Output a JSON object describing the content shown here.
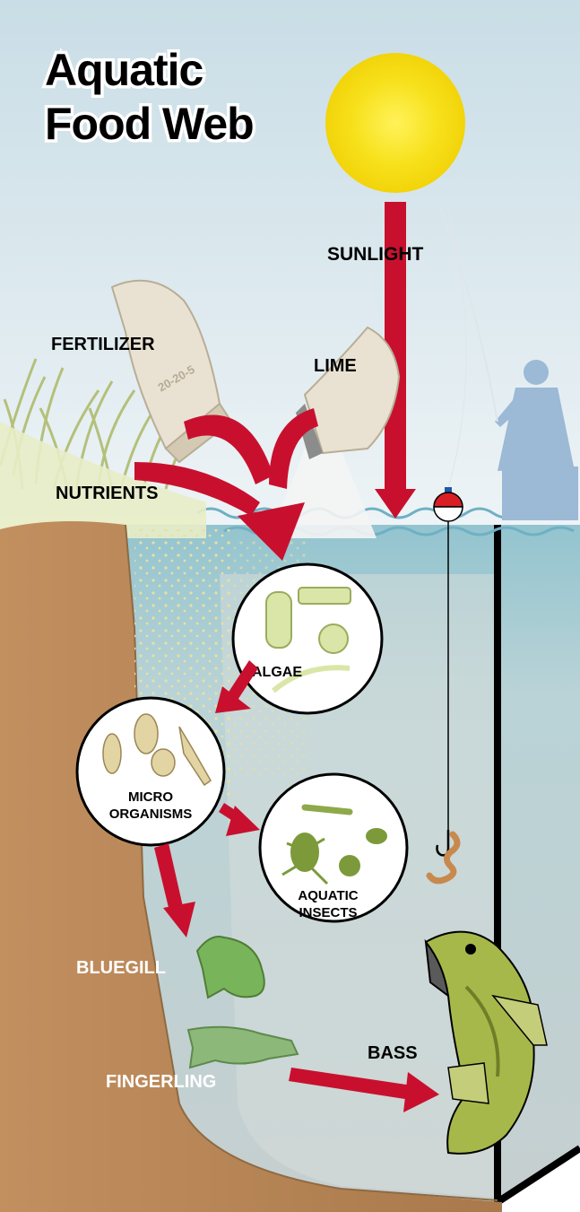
{
  "title_lines": [
    "Aquatic",
    "Food Web"
  ],
  "labels": {
    "sunlight": "SUNLIGHT",
    "fertilizer": "FERTILIZER",
    "lime": "LIME",
    "bag_code": "20-20-5",
    "nutrients": "NUTRIENTS",
    "algae": "ALGAE",
    "micro_line1": "MICRO",
    "micro_line2": "ORGANISMS",
    "insects_line1": "AQUATIC",
    "insects_line2": "INSECTS",
    "bluegill": "BLUEGILL",
    "fingerling": "FINGERLING",
    "bass": "BASS"
  },
  "colors": {
    "sky": "#d6e4ea",
    "water_top": "#9fc8d1",
    "water_deep": "#c3ced0",
    "soil": "#b8875a",
    "arrow_red": "#c8102e",
    "sun": "#f7e11c",
    "algae_green": "#d9e6a8",
    "organism_tan": "#d6c08a",
    "fish_green": "#78b45a",
    "bass_green": "#a7b84a"
  },
  "icons": [
    "sun-icon",
    "fertilizer-bag-icon",
    "lime-bag-icon",
    "fisherman-icon",
    "bobber-icon",
    "hook-icon",
    "worm-icon",
    "bluegill-icon",
    "fingerling-icon",
    "bass-icon"
  ]
}
